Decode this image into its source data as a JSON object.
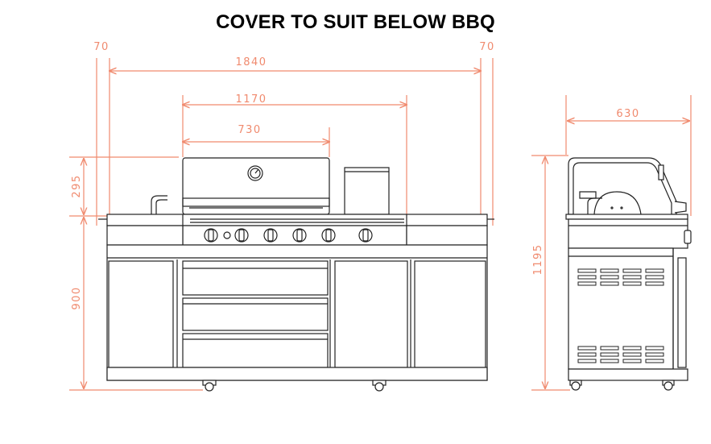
{
  "title": "COVER TO SUIT BELOW BBQ",
  "dimension_color": "#f08a6e",
  "line_color": "#222222",
  "front_view": {
    "dims": {
      "overhang_left": "70",
      "overhang_right": "70",
      "total_width": "1840",
      "hood_outer_width": "1170",
      "hood_width": "730",
      "hood_height": "295",
      "cabinet_height": "900"
    },
    "burner_knobs": 6
  },
  "side_view": {
    "dims": {
      "depth": "630",
      "total_height": "1195"
    }
  }
}
